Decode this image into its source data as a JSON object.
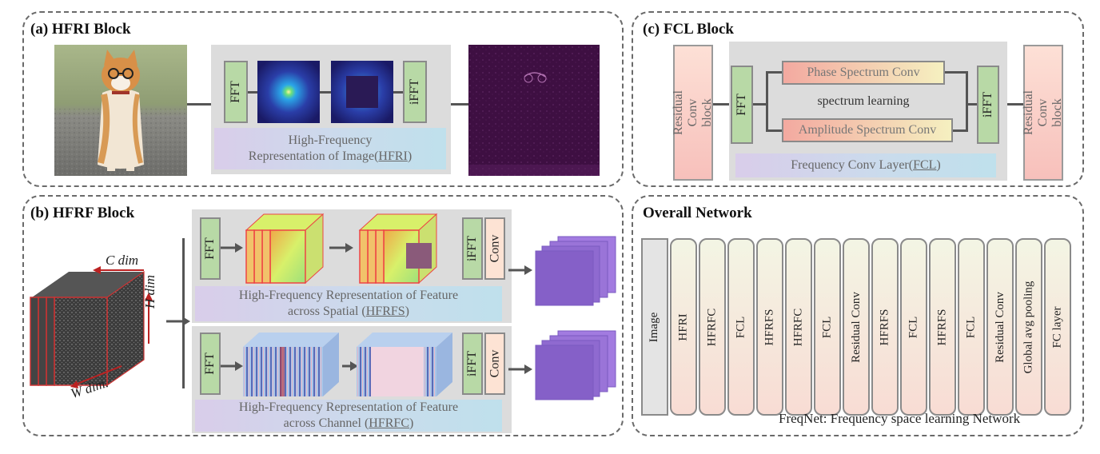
{
  "panel_a": {
    "title": "(a) HFRI Block",
    "fft": "FFT",
    "ifft": "iFFT",
    "caption_line1": "High-Frequency",
    "caption_line2_prefix": "Representation of Image(",
    "caption_abbr": "HFRI",
    "caption_suffix": ")"
  },
  "panel_b": {
    "title": "(b) HFRF Block",
    "c_dim": "C dim",
    "h_dim": "H dim",
    "w_dim": "W dim.",
    "fft": "FFT",
    "ifft": "iFFT",
    "conv": "Conv",
    "spatial_caption_line1": "High-Frequency Representation of Feature",
    "spatial_caption_line2_prefix": "across Spatial (",
    "spatial_caption_abbr": "HFRFS",
    "spatial_caption_suffix": ")",
    "channel_caption_line1": "High-Frequency Representation of Feature",
    "channel_caption_line2_prefix": "across Channel (",
    "channel_caption_abbr": "HFRFC",
    "channel_caption_suffix": ")"
  },
  "panel_c": {
    "title": "(c) FCL Block",
    "residual_left": "Residual Conv block",
    "residual_right": "Residual Conv block",
    "fft": "FFT",
    "ifft": "iFFT",
    "phase": "Phase Spectrum Conv",
    "spectrum_learning": "spectrum learning",
    "amplitude": "Amplitude Spectrum Conv",
    "caption_prefix": "Frequency Conv Layer(",
    "caption_abbr": "FCL",
    "caption_suffix": ")"
  },
  "overall": {
    "title": "Overall Network",
    "layers": [
      "Image",
      "HFRI",
      "HFRFC",
      "FCL",
      "HFRFS",
      "HFRFC",
      "FCL",
      "Residual Conv",
      "HFRFS",
      "FCL",
      "HFRFS",
      "FCL",
      "Residual Conv",
      "Global avg pooling",
      "FC layer"
    ],
    "freqnet_name": "FreqNet",
    "freqnet_desc": ": Frequency space learning Network"
  },
  "colors": {
    "green_box": "#b8d9a6",
    "dashed_border": "#6a6a6a",
    "caption_gradient": [
      "#d9cdea",
      "#bfe0ec"
    ]
  }
}
